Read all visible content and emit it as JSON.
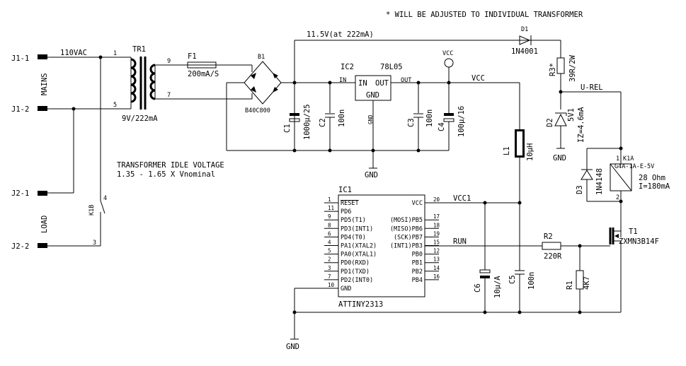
{
  "note": "* WILL BE ADJUSTED TO INDIVIDUAL TRANSFORMER",
  "connectors": [
    {
      "ref": "J1-1",
      "pin": "1"
    },
    {
      "ref": "J1-2",
      "pin": "5"
    },
    {
      "ref": "J2-1",
      "pin": ""
    },
    {
      "ref": "J2-2",
      "pin": "3"
    }
  ],
  "labels": {
    "mains": "MAINS",
    "load": "LOAD",
    "v110": "110VAC",
    "tr1": "TR1",
    "tr1_rating": "9V/222mA",
    "tr_pin1": "1",
    "tr_pin5": "5",
    "tr_pin9": "9",
    "tr_pin7": "7",
    "f1": "F1",
    "f1_value": "200mA/S",
    "b1": "B1",
    "b1_value": "B40C800",
    "v_rail": "11.5V(at 222mA)",
    "d1": "D1",
    "d1_value": "1N4001",
    "ic2": "IC2",
    "ic2_type": "78L05",
    "ic2_in": "IN",
    "ic2_out": "OUT",
    "ic2_gnd": "GND",
    "pin_in": "IN",
    "pin_out": "OUT",
    "pin_gnd": "GND",
    "vcc_top": "VCC",
    "vcc_rail": "VCC",
    "c1": "C1",
    "c1_value": "1000µ/25",
    "c2": "C2",
    "c2_value": "100n",
    "c3": "C3",
    "c3_value": "100n",
    "c4": "C4",
    "c4_value": "100µ/16",
    "gnd_main": "GND",
    "gnd_bottom": "GND",
    "gnd_d2": "GND",
    "r3": "R3*",
    "r3_value": "39R/2W",
    "urel": "U-REL",
    "d2": "D2",
    "d2_value": "5V1",
    "d2_iz": "IZ=4.6mA",
    "l1": "L1",
    "l1_value": "10µH",
    "k1a": "K1A",
    "k1a_type": "G4A-1A-E-5V",
    "k1a_ohm": "28 Ohm",
    "k1a_current": "I=180mA",
    "k1a_pin1": "1",
    "k1a_pin2": "2",
    "d3": "D3",
    "d3_value": "1N4148",
    "idle1": "TRANSFORMER IDLE VOLTAGE",
    "idle2": "1.35 - 1.65 X Vnominal",
    "k1b": "K1B",
    "k1b_pin4": "4",
    "k1b_pin3": "3",
    "ic1": "IC1",
    "ic1_type": "ATTINY2313",
    "vcc1": "VCC1",
    "run": "RUN",
    "r2": "R2",
    "r2_value": "220R",
    "r1": "R1",
    "r1_value": "4K7",
    "t1": "T1",
    "t1_value": "ZXMN3B14F",
    "c6": "C6",
    "c6_value": "10µ/A",
    "c5": "C5",
    "c5_value": "100n"
  },
  "ic1_left_pins": [
    {
      "num": "1",
      "name": "RESET"
    },
    {
      "num": "11",
      "name": "PD6"
    },
    {
      "num": "9",
      "name": "PD5(T1)"
    },
    {
      "num": "8",
      "name": "PD3(INT1)"
    },
    {
      "num": "6",
      "name": "PD4(T0)"
    },
    {
      "num": "4",
      "name": "PA1(XTAL2)"
    },
    {
      "num": "5",
      "name": "PA0(XTAL1)"
    },
    {
      "num": "2",
      "name": "PD0(RXD)"
    },
    {
      "num": "3",
      "name": "PD1(TXD)"
    },
    {
      "num": "7",
      "name": "PD2(INT0)"
    },
    {
      "num": "10",
      "name": "GND"
    }
  ],
  "ic1_right_pins": [
    {
      "num": "20",
      "name": "VCC"
    },
    {
      "num": "17",
      "name": "(MOSI)PB5"
    },
    {
      "num": "18",
      "name": "(MISO)PB6"
    },
    {
      "num": "19",
      "name": "(SCK)PB7"
    },
    {
      "num": "15",
      "name": "(INT1)PB3"
    },
    {
      "num": "12",
      "name": "PB0"
    },
    {
      "num": "13",
      "name": "PB1"
    },
    {
      "num": "14",
      "name": "PB2"
    },
    {
      "num": "16",
      "name": "PB4"
    }
  ]
}
